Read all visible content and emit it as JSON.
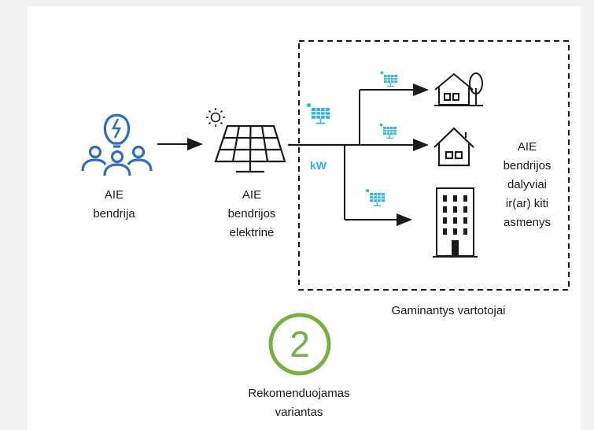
{
  "community": {
    "label_line1": "AIE",
    "label_line2": "bendrija"
  },
  "plant": {
    "label_line1": "AIE",
    "label_line2": "bendrijos",
    "label_line3": "elektrinė"
  },
  "flow": {
    "unit_label": "kW"
  },
  "consumers": {
    "side_label_line1": "AIE",
    "side_label_line2": "bendrijos",
    "side_label_line3": "dalyviai",
    "side_label_line4": "ir(ar) kiti",
    "side_label_line5": "asmenys",
    "box_caption": "Gaminantys vartotojai"
  },
  "recommendation": {
    "number": "2",
    "caption_line1": "Rekomenduojamas",
    "caption_line2": "variantas"
  },
  "colors": {
    "icon_blue": "#2f6fb6",
    "solar_cyan": "#31b6d6",
    "badge_green": "#76b043",
    "line_dark": "#1a1a1a"
  },
  "icons": [
    "community-people-icon",
    "lightbulb-icon",
    "sun-icon",
    "solar-panel-icon",
    "house-with-tree-icon",
    "house-icon",
    "apartment-building-icon"
  ]
}
